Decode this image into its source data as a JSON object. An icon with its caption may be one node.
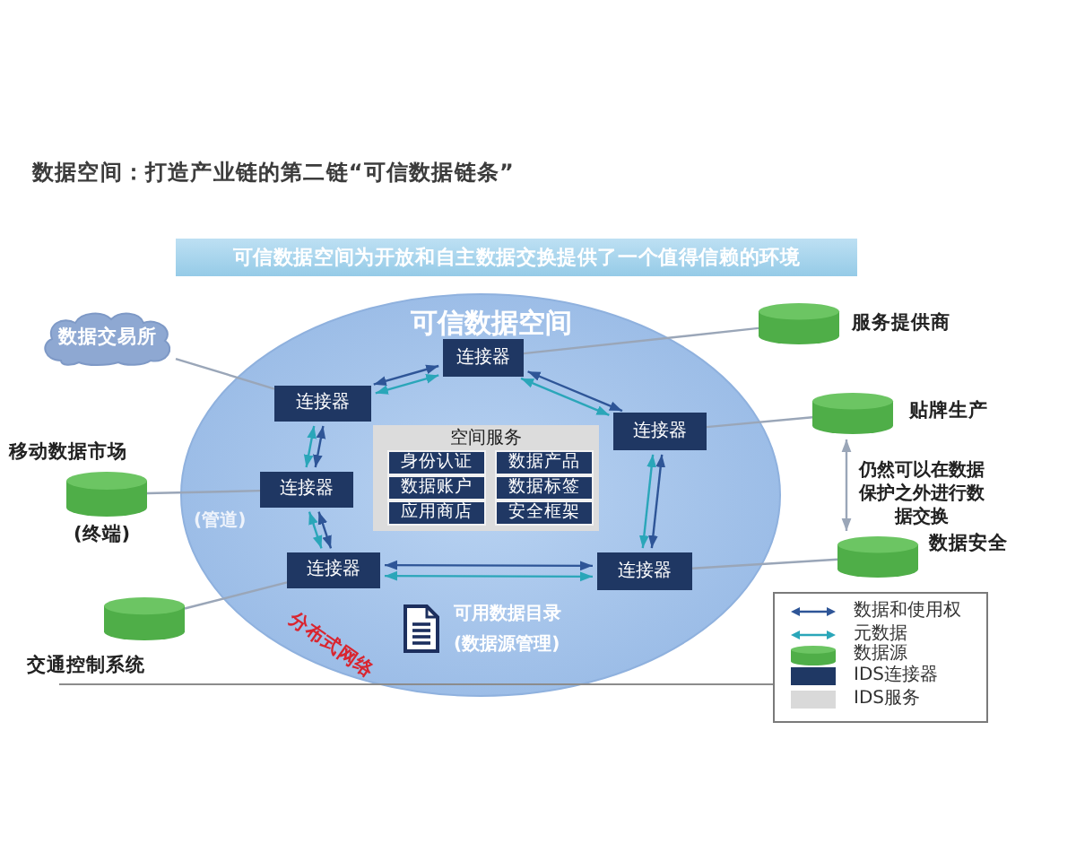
{
  "diagram": {
    "title": "数据空间：打造产业链的第二链“可信数据链条”",
    "nodes": [
      {
        "text": [
          "可信数据空间为开放和自主数据交换提供了一个值得信赖的环境"
        ]
      },
      {
        "text": [
          "数据交易所"
        ]
      },
      {
        "text": [],
        "shape": "cylinder",
        "beside": [
          "服务提供商"
        ]
      },
      {
        "text": [
          "可信数据空间"
        ]
      },
      {
        "text": [
          "连接器"
        ],
        "in": 3
      },
      {
        "text": [
          "连接器"
        ],
        "in": 3
      },
      {
        "text": [
          "连接器"
        ],
        "in": 3
      },
      {
        "text": [],
        "shape": "cylinder",
        "beside": [
          "贴牌生产"
        ]
      },
      {
        "text": [],
        "shape": "cylinder",
        "beside": [
          "移动数据市场",
          "(终端)"
        ]
      },
      {
        "text": [
          "连接器"
        ],
        "in": 3
      },
      {
        "text": [
          "空间服务"
        ],
        "in": 3
      },
      {
        "text": [
          "身份认证"
        ],
        "in": 10
      },
      {
        "text": [
          "数据产品"
        ],
        "in": 10
      },
      {
        "text": [
          "数据账户"
        ],
        "in": 10
      },
      {
        "text": [
          "数据标签"
        ],
        "in": 10
      },
      {
        "text": [
          "应用商店"
        ],
        "in": 10
      },
      {
        "text": [
          "安全框架"
        ],
        "in": 10
      },
      {
        "text": [
          "连接器"
        ],
        "in": 3
      },
      {
        "text": [
          "连接器"
        ],
        "in": 3
      },
      {
        "text": [],
        "shape": "cylinder",
        "beside": [
          "数据安全"
        ]
      },
      {
        "text": [],
        "shape": "cylinder",
        "beside": [
          "交通控制系统"
        ]
      }
    ],
    "edges": [
      {
        "from": 1,
        "to": 5,
        "arrow": "none"
      },
      {
        "from": 2,
        "to": 4,
        "arrow": "none"
      },
      {
        "from": 7,
        "to": 6,
        "arrow": "none"
      },
      {
        "from": 8,
        "to": 9,
        "arrow": "none"
      },
      {
        "from": 20,
        "to": 17,
        "arrow": "none"
      },
      {
        "from": 19,
        "to": 18,
        "arrow": "none"
      },
      {
        "from": 7,
        "to": 19,
        "arrow": "both",
        "label": "仍然可以在数据保护之外进行数据交换"
      },
      {
        "from": 5,
        "to": 4,
        "arrow": "both",
        "color": "#2e5597"
      },
      {
        "from": 5,
        "to": 4,
        "arrow": "both",
        "color": "#2aa6b9"
      },
      {
        "from": 4,
        "to": 6,
        "arrow": "both",
        "color": "#2e5597"
      },
      {
        "from": 4,
        "to": 6,
        "arrow": "both",
        "color": "#2aa6b9"
      },
      {
        "from": 5,
        "to": 9,
        "arrow": "both",
        "color": "#2e5597"
      },
      {
        "from": 5,
        "to": 9,
        "arrow": "both",
        "color": "#2aa6b9"
      },
      {
        "from": 9,
        "to": 17,
        "arrow": "both",
        "color": "#2e5597"
      },
      {
        "from": 9,
        "to": 17,
        "arrow": "both",
        "color": "#2aa6b9"
      },
      {
        "from": 6,
        "to": 18,
        "arrow": "both",
        "color": "#2e5597"
      },
      {
        "from": 6,
        "to": 18,
        "arrow": "both",
        "color": "#2aa6b9"
      },
      {
        "from": 17,
        "to": 18,
        "arrow": "both",
        "color": "#2e5597"
      },
      {
        "from": 17,
        "to": 18,
        "arrow": "both",
        "color": "#2aa6b9"
      }
    ],
    "labels": [
      "(管道)",
      "分布式网络",
      "可用数据目录",
      "(数据源管理)"
    ],
    "legend": [
      {
        "text": "数据和使用权"
      },
      {
        "text": "元数据"
      },
      {
        "text": "数据源"
      },
      {
        "text": "IDS连接器",
        "color": "#1f3864"
      },
      {
        "text": "IDS服务",
        "color": "#d9d9d9"
      }
    ]
  }
}
